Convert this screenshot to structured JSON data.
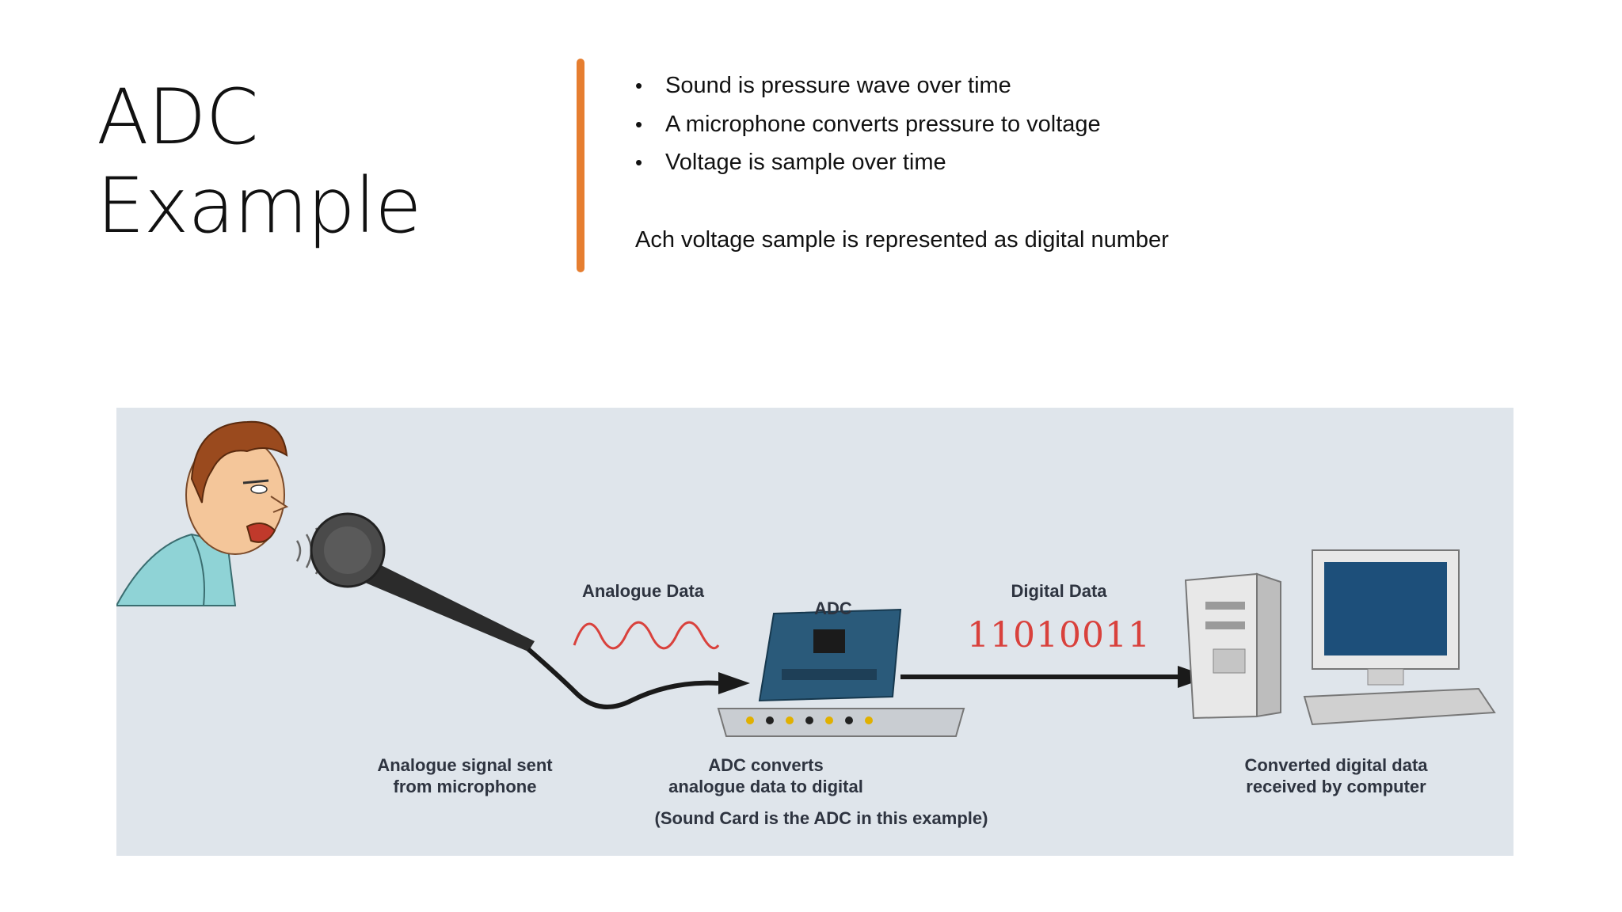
{
  "slide": {
    "title_line1": "ADC",
    "title_line2": "Example",
    "accent_color": "#e67e30"
  },
  "bullets": [
    "Sound is pressure wave over time",
    "A microphone converts pressure to voltage",
    "Voltage is sample over time"
  ],
  "note": "Ach voltage sample is represented as digital number",
  "figure": {
    "analogue_label": "Analogue Data",
    "adc_label": "ADC",
    "digital_label": "Digital Data",
    "binary_value": "11010011",
    "caption_mic_line1": "Analogue signal sent",
    "caption_mic_line2": "from microphone",
    "caption_adc_line1": "ADC converts",
    "caption_adc_line2": "analogue data to digital",
    "caption_adc_line3": "(Sound Card is the ADC in this example)",
    "caption_computer_line1": "Converted digital data",
    "caption_computer_line2": "received by computer",
    "wave_color": "#d9413c",
    "background_color": "#dfe5eb"
  }
}
